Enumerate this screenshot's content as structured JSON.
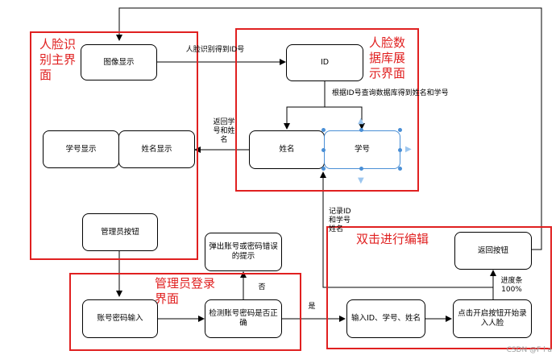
{
  "frames": {
    "face_main": {
      "title": "人脸识\n别主界\n面"
    },
    "face_db": {
      "title": "人脸数\n据库展\n示界面"
    },
    "admin_login": {
      "title": "管理员登录\n界面"
    },
    "edit": {
      "title": "双击进行编辑"
    }
  },
  "nodes": {
    "image_display": "图像显示",
    "id": "ID",
    "student_no_display": "学号显示",
    "name_display": "姓名显示",
    "name": "姓名",
    "student_no": "学号",
    "admin_button": "管理员按钮",
    "error_popup": "弹出账号或密码错误\n的提示",
    "account_input": "账号密码输入",
    "check_account": "检测账号密码是否正\n确",
    "input_id_no_name": "输入ID、学号、姓名",
    "start_record": "点击开启按钮开始录\n入人脸",
    "return_button": "返回按钮"
  },
  "edge_labels": {
    "face_to_id": "人脸识别得到ID号",
    "query_by_id": "根据ID号查询数据库得到姓名和学号",
    "return_no_name": "返回学\n号和姓\n名",
    "record_id": "记录ID\n和学号\n姓名",
    "no": "否",
    "yes": "是",
    "progress": "进度条\n100%"
  },
  "watermark": "CSDN @F l a",
  "colors": {
    "frame": "#e02020",
    "line": "#000000",
    "selection": "#4a8fd6"
  }
}
